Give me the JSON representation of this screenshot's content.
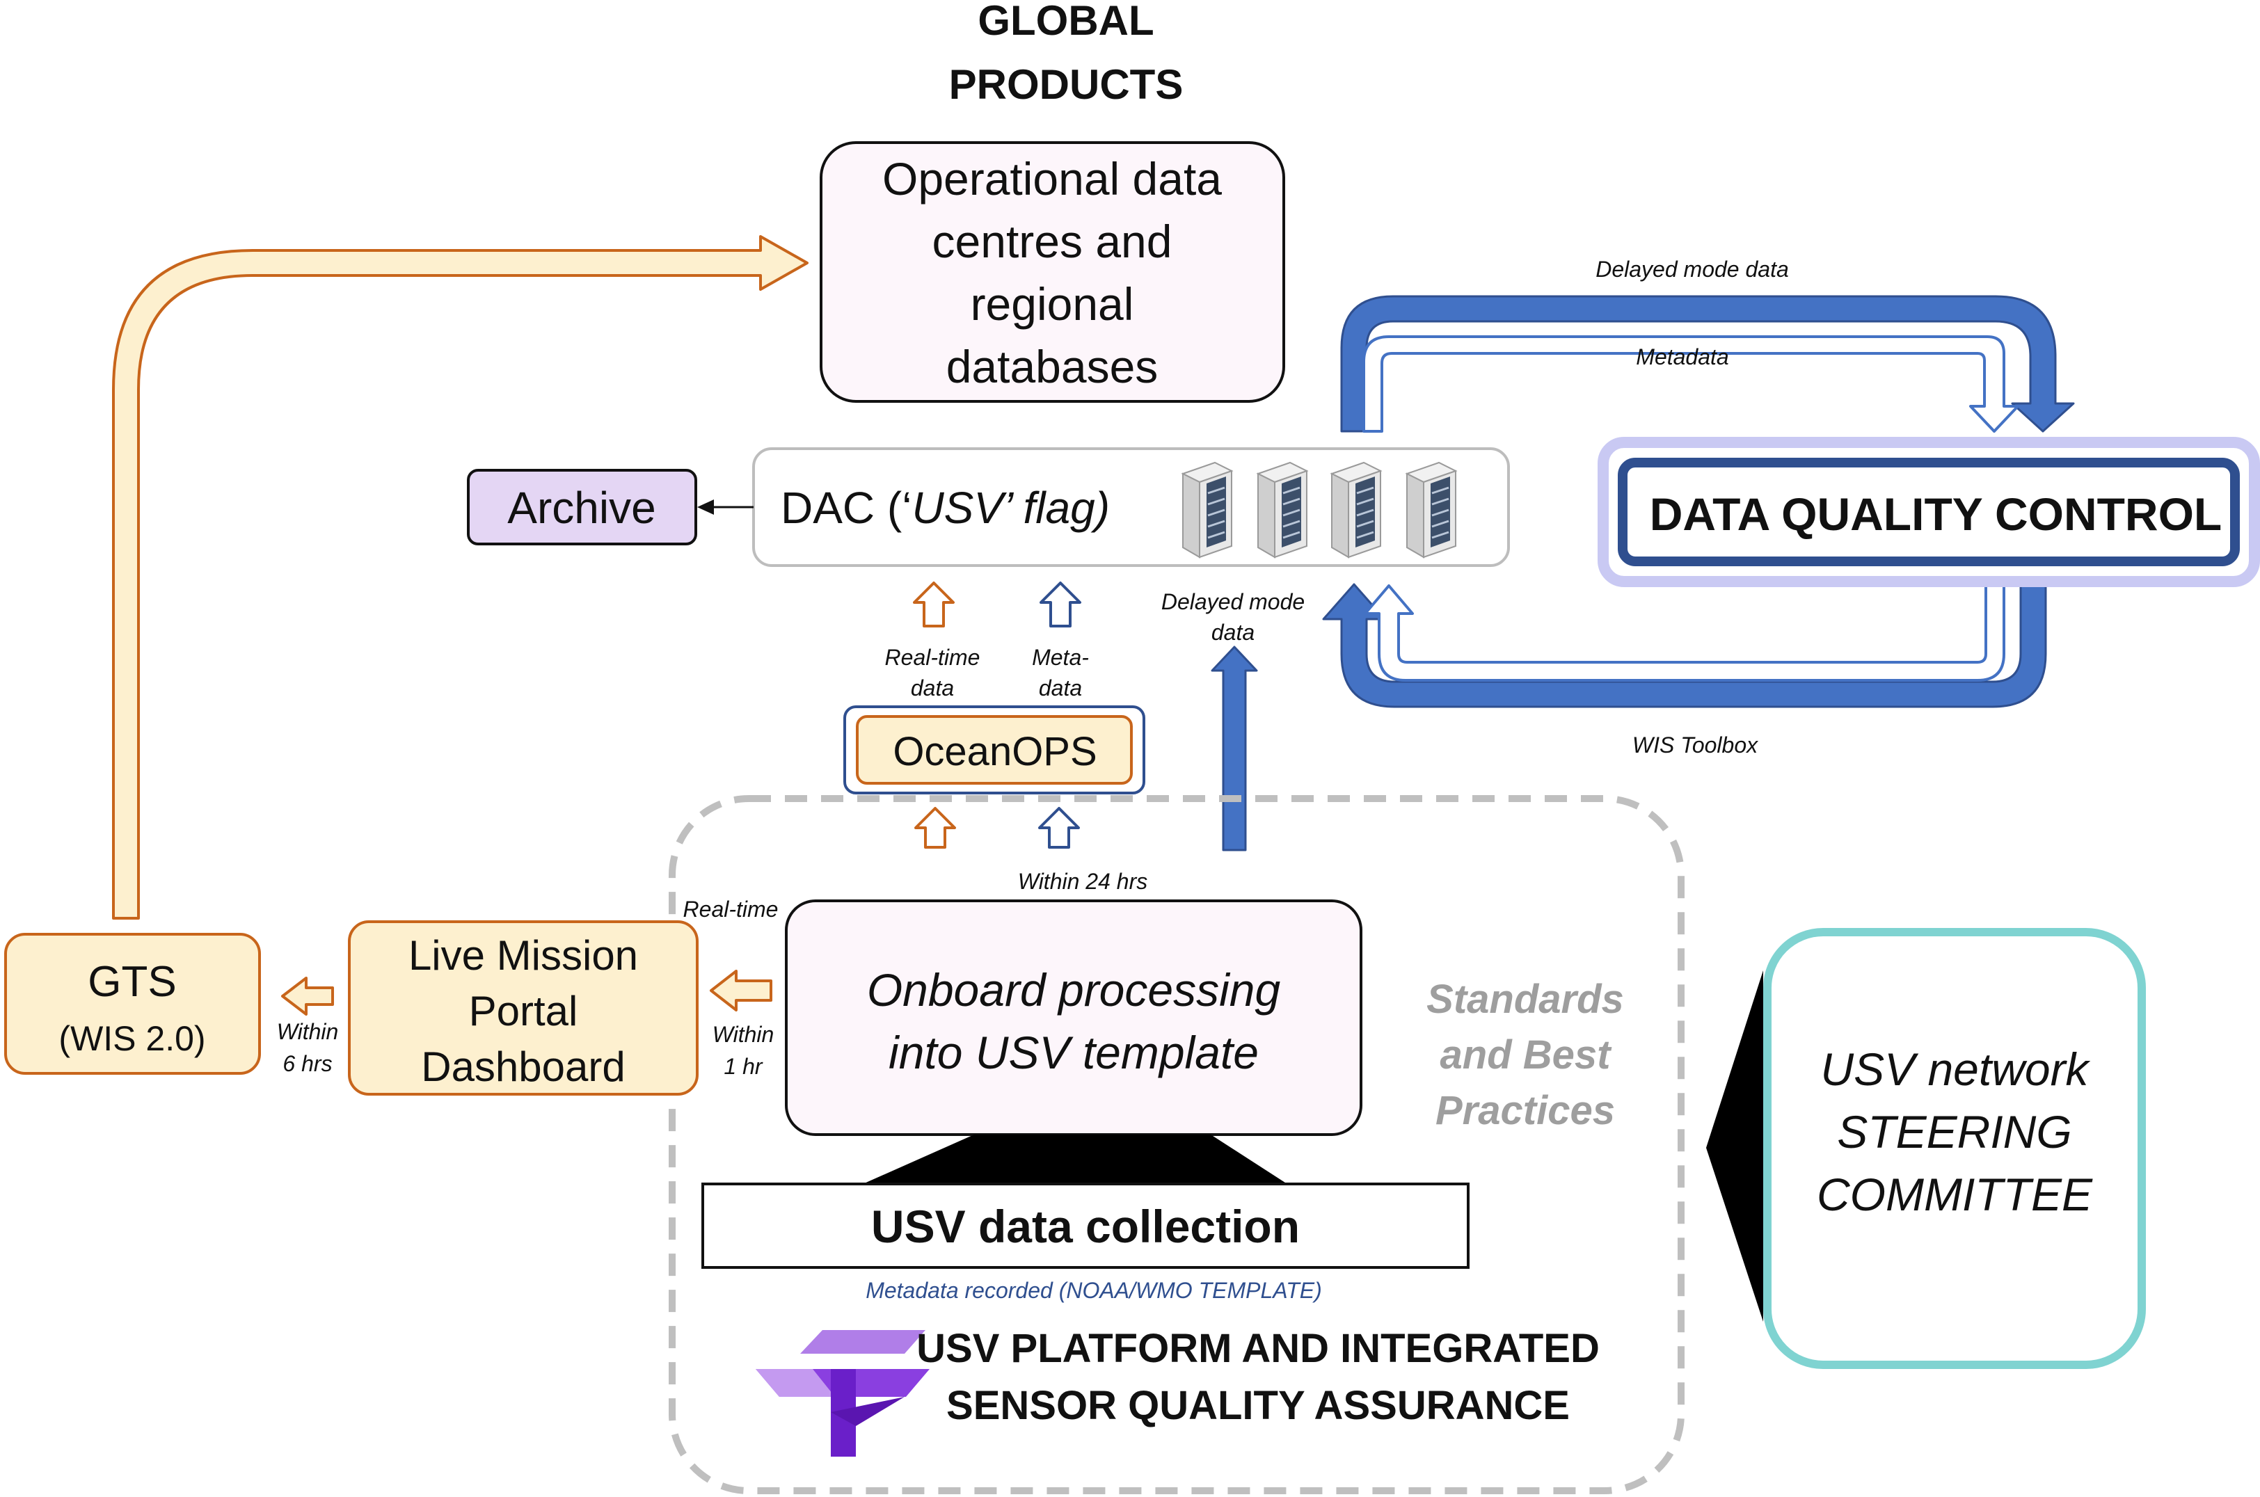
{
  "header": {
    "line1": "GLOBAL",
    "line2": "PRODUCTS"
  },
  "nodes": {
    "operational": [
      "Operational data",
      "centres and",
      "regional",
      "databases"
    ],
    "archive": "Archive",
    "dac": {
      "prefix": "DAC (‘",
      "usv": "USV",
      "suffix": "’ flag)"
    },
    "dqc": "DATA QUALITY CONTROL",
    "oceanops": "OceanOPS",
    "gts": [
      "GTS",
      "(WIS 2.0)"
    ],
    "live_mission": [
      "Live Mission",
      "Portal",
      "Dashboard"
    ],
    "onboard": [
      "Onboard processing",
      "into USV template"
    ],
    "data_collection": "USV data collection",
    "standards": [
      "Standards",
      "and Best",
      "Practices"
    ],
    "steering": [
      "USV network",
      "STEERING",
      "COMMITTEE"
    ],
    "platform": [
      "USV PLATFORM AND INTEGRATED",
      "SENSOR QUALITY ASSURANCE"
    ]
  },
  "labels": {
    "delayed_top": "Delayed mode data",
    "metadata_top": "Metadata",
    "wis_toolbox": "WIS Toolbox",
    "delayed_mid": [
      "Delayed mode",
      "data"
    ],
    "realtime_data": [
      "Real-time",
      "data"
    ],
    "meta_data": [
      "Meta-",
      "data"
    ],
    "within_24": "Within 24 hrs",
    "realtime": "Real-time",
    "within_1hr": [
      "Within",
      "1 hr"
    ],
    "within_6hrs": [
      "Within",
      "6 hrs"
    ],
    "metadata_recorded": "Metadata recorded (NOAA/WMO TEMPLATE)"
  },
  "colors": {
    "orange": "#c8651b",
    "orange_fill": "#fdf0cf",
    "blue": "#4472c4",
    "navy": "#2f4f8f",
    "lavender": "#e4d6f4",
    "teal": "#7fd3d1",
    "purple": "#6a1fc9",
    "gray_text": "#9e9e9e"
  }
}
